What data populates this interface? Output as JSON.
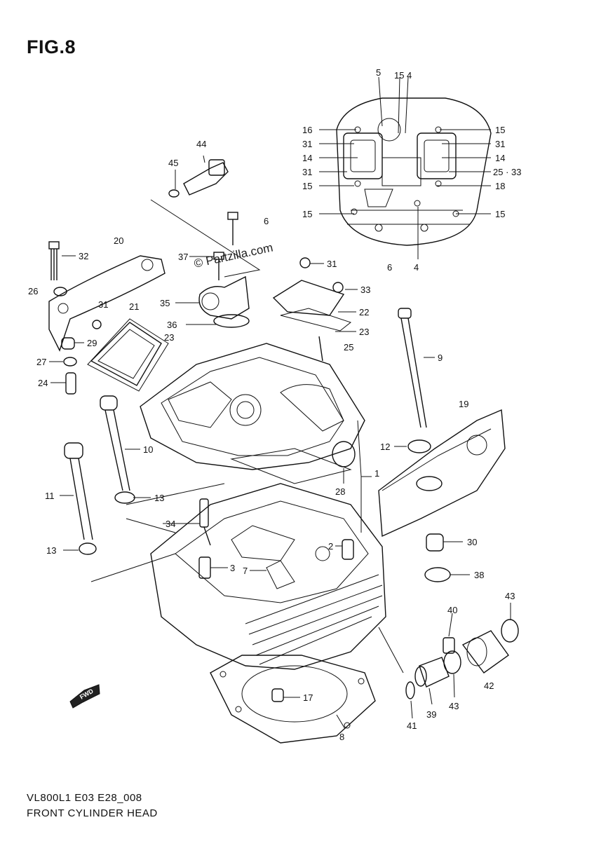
{
  "figure": {
    "title": "FIG.8"
  },
  "footer": {
    "model_code": "VL800L1 E03 E28_008",
    "section_name": "FRONT CYLINDER HEAD"
  },
  "watermark": {
    "text": "© Partzilla.com"
  },
  "fwd_label": "FWD",
  "callouts": [
    {
      "id": "c5",
      "label": "5"
    },
    {
      "id": "c15a",
      "label": "15"
    },
    {
      "id": "c4a",
      "label": "4"
    },
    {
      "id": "c16",
      "label": "16"
    },
    {
      "id": "c15b",
      "label": "15"
    },
    {
      "id": "c31a",
      "label": "31"
    },
    {
      "id": "c31b",
      "label": "31"
    },
    {
      "id": "c14a",
      "label": "14"
    },
    {
      "id": "c14b",
      "label": "14"
    },
    {
      "id": "c31c",
      "label": "31"
    },
    {
      "id": "c2533",
      "label": "25 · 33"
    },
    {
      "id": "c15c",
      "label": "15"
    },
    {
      "id": "c18",
      "label": "18"
    },
    {
      "id": "c15d",
      "label": "15"
    },
    {
      "id": "c15e",
      "label": "15"
    },
    {
      "id": "c6a",
      "label": "6"
    },
    {
      "id": "c6b",
      "label": "6"
    },
    {
      "id": "c4b",
      "label": "4"
    },
    {
      "id": "c44",
      "label": "44"
    },
    {
      "id": "c45",
      "label": "45"
    },
    {
      "id": "c32",
      "label": "32"
    },
    {
      "id": "c20",
      "label": "20"
    },
    {
      "id": "c37",
      "label": "37"
    },
    {
      "id": "c31d",
      "label": "31"
    },
    {
      "id": "c26",
      "label": "26"
    },
    {
      "id": "c31e",
      "label": "31"
    },
    {
      "id": "c35",
      "label": "35"
    },
    {
      "id": "c33",
      "label": "33"
    },
    {
      "id": "c21",
      "label": "21"
    },
    {
      "id": "c22",
      "label": "22"
    },
    {
      "id": "c36",
      "label": "36"
    },
    {
      "id": "c23a",
      "label": "23"
    },
    {
      "id": "c29",
      "label": "29"
    },
    {
      "id": "c23b",
      "label": "23"
    },
    {
      "id": "c25",
      "label": "25"
    },
    {
      "id": "c27",
      "label": "27"
    },
    {
      "id": "c9",
      "label": "9"
    },
    {
      "id": "c24",
      "label": "24"
    },
    {
      "id": "c19",
      "label": "19"
    },
    {
      "id": "c12",
      "label": "12"
    },
    {
      "id": "c10",
      "label": "10"
    },
    {
      "id": "c1",
      "label": "1"
    },
    {
      "id": "c28",
      "label": "28"
    },
    {
      "id": "c11",
      "label": "11"
    },
    {
      "id": "c13a",
      "label": "13"
    },
    {
      "id": "c34",
      "label": "34"
    },
    {
      "id": "c2",
      "label": "2"
    },
    {
      "id": "c30",
      "label": "30"
    },
    {
      "id": "c13b",
      "label": "13"
    },
    {
      "id": "c3",
      "label": "3"
    },
    {
      "id": "c7",
      "label": "7"
    },
    {
      "id": "c38",
      "label": "38"
    },
    {
      "id": "c43a",
      "label": "43"
    },
    {
      "id": "c40",
      "label": "40"
    },
    {
      "id": "c42",
      "label": "42"
    },
    {
      "id": "c43b",
      "label": "43"
    },
    {
      "id": "c17",
      "label": "17"
    },
    {
      "id": "c41",
      "label": "41"
    },
    {
      "id": "c39",
      "label": "39"
    },
    {
      "id": "c8",
      "label": "8"
    }
  ]
}
